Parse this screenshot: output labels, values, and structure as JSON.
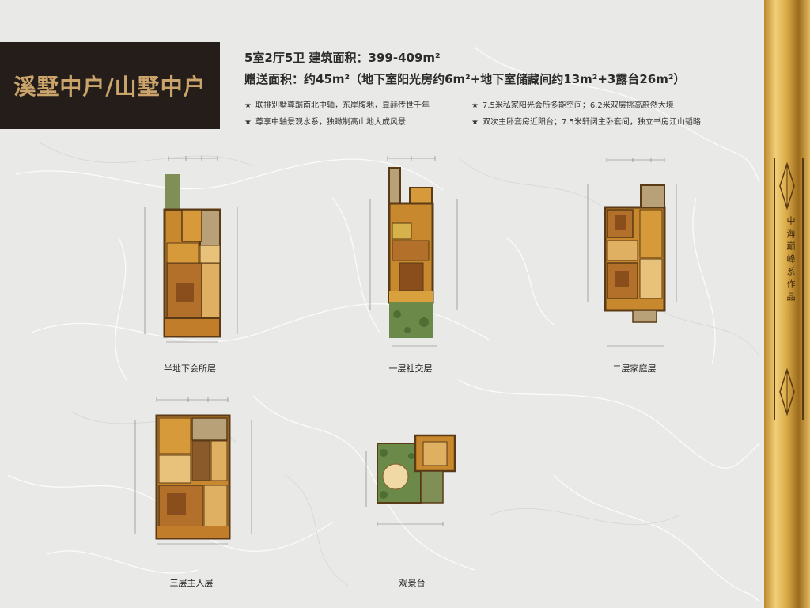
{
  "title": "溪墅中户/山墅中户",
  "spec_line1": "5室2厅5卫  建筑面积：399-409m²",
  "spec_line2": "赠送面积：约45m²（地下室阳光房约6m²+地下室储藏间约13m²+3露台26m²）",
  "features": [
    "联排别墅尊踞南北中轴，东岸腹地，显赫传世千年",
    "7.5米私家阳光会所多能空间；6.2米双层挑高蔚然大境",
    "尊享中轴景观水系，独瞰制高山地大成风景",
    "双次主卧套房近阳台；7.5米轩阔主卧套间，独立书房江山韬略"
  ],
  "floors": [
    {
      "label": "半地下会所层"
    },
    {
      "label": "一层社交层"
    },
    {
      "label": "二层家庭层"
    },
    {
      "label": "三层主人层"
    },
    {
      "label": "观景台"
    }
  ],
  "sidebar_text": "中海巅峰系作品",
  "colors": {
    "title_bg": "#241d1a",
    "title_text": "#caa46a",
    "wood": "#c8892e",
    "wall": "#5b3a16",
    "garden": "#6b8a4a",
    "gold": "#d9a947"
  }
}
